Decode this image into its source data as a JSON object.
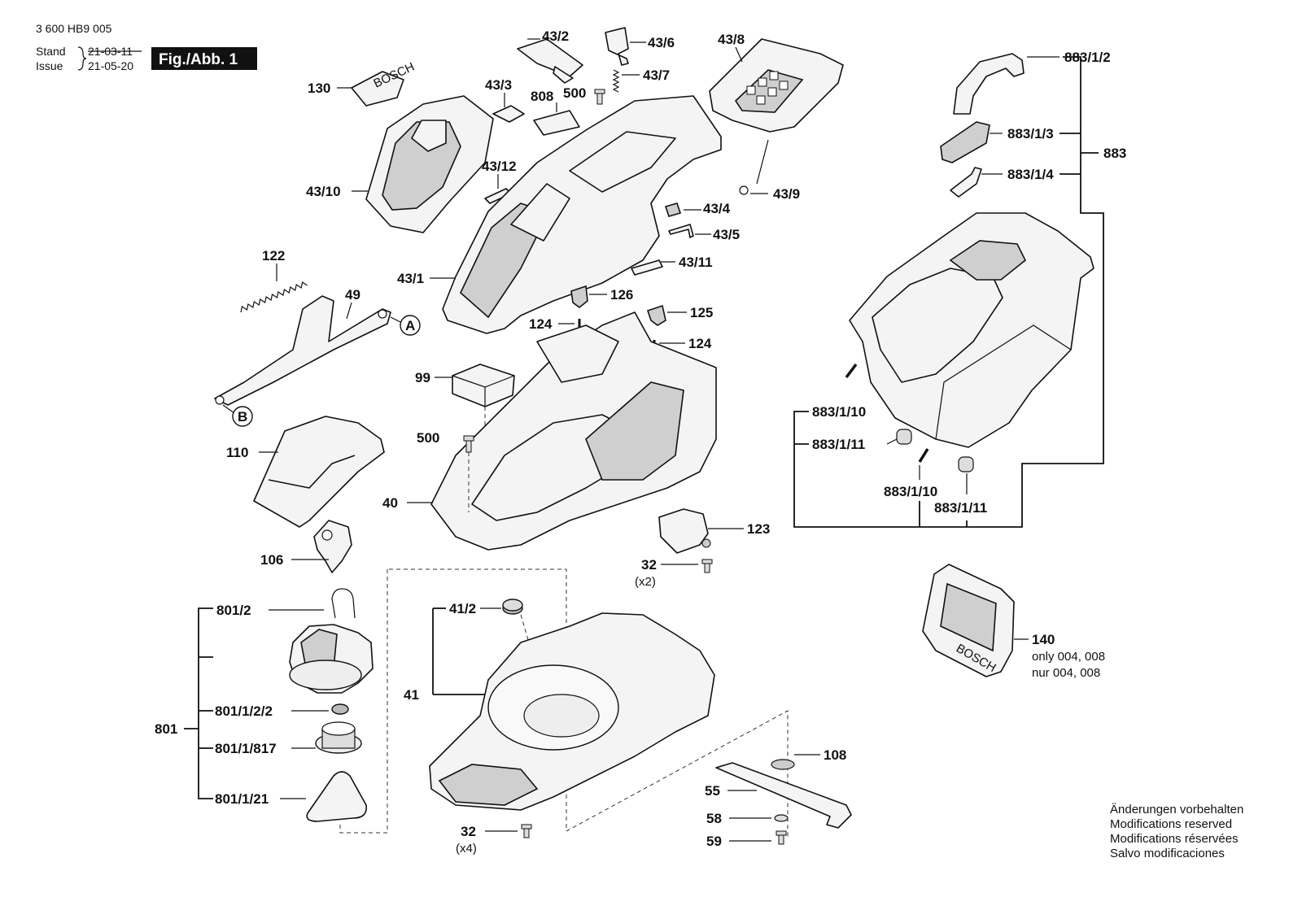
{
  "header": {
    "doc_number": "3 600 HB9 005",
    "stand_label": "Stand",
    "issue_label": "Issue",
    "date_old": "21-03-11",
    "date_new": "21-05-20",
    "figure_label": "Fig./Abb. 1"
  },
  "labels": {
    "p130": "130",
    "p43_10": "43/10",
    "p43_2": "43/2",
    "p43_6": "43/6",
    "p43_7": "43/7",
    "p43_8": "43/8",
    "p43_3": "43/3",
    "p808": "808",
    "p500a": "500",
    "p43_12": "43/12",
    "p43_9": "43/9",
    "p43_4": "43/4",
    "p43_5": "43/5",
    "p43_11": "43/11",
    "p43_1": "43/1",
    "p122": "122",
    "p49": "49",
    "pA": "A",
    "pB": "B",
    "p126": "126",
    "p125": "125",
    "p124a": "124",
    "p124b": "124",
    "p99": "99",
    "p500b": "500",
    "p110": "110",
    "p40": "40",
    "p123": "123",
    "p32a": "32",
    "p32a_qty": "(x2)",
    "p106": "106",
    "p801_2": "801/2",
    "p801": "801",
    "p801_1_2_2": "801/1/2/2",
    "p801_1_817": "801/1/817",
    "p801_1_21": "801/1/21",
    "p41_2": "41/2",
    "p41": "41",
    "p32b": "32",
    "p32b_qty": "(x4)",
    "p108": "108",
    "p55": "55",
    "p58": "58",
    "p59": "59",
    "p883_1_2": "883/1/2",
    "p883_1_3": "883/1/3",
    "p883": "883",
    "p883_1_4": "883/1/4",
    "p883_1_10a": "883/1/10",
    "p883_1_11a": "883/1/11",
    "p883_1_10b": "883/1/10",
    "p883_1_11b": "883/1/11",
    "p140": "140",
    "p140_note1": "only 004, 008",
    "p140_note2": "nur 004, 008"
  },
  "footer": {
    "line1": "Änderungen vorbehalten",
    "line2": "Modifications reserved",
    "line3": "Modifications réservées",
    "line4": "Salvo modificaciones"
  }
}
